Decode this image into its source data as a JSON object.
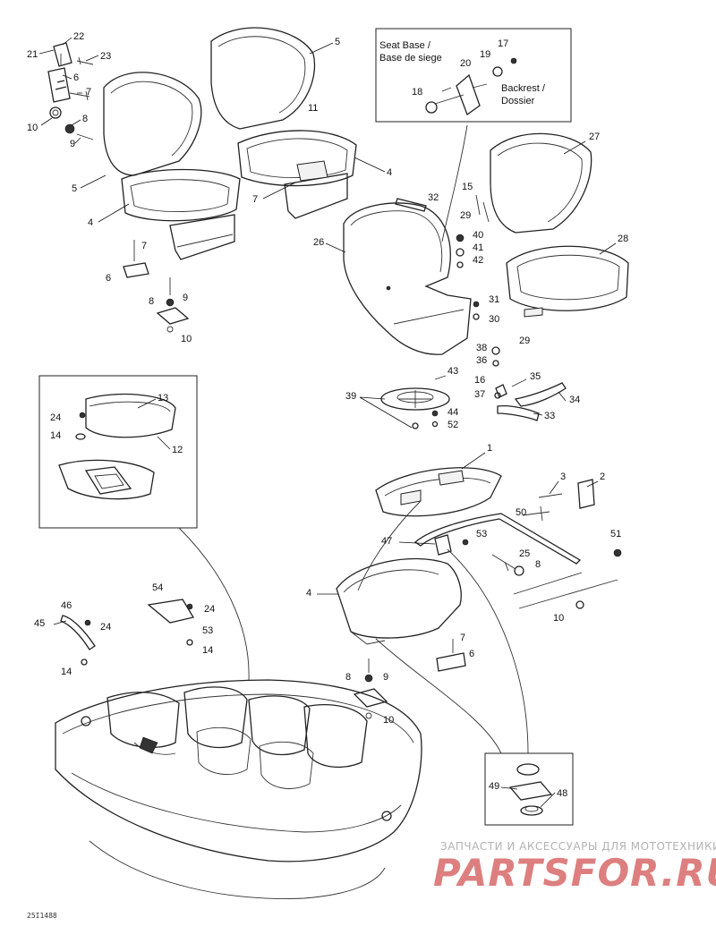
{
  "callouts": {
    "seat_base_box": {
      "line1": "Seat Base /",
      "line2": "Base de siege",
      "backrest1": "Backrest /",
      "backrest2": "Dossier"
    }
  },
  "parts": [
    "1",
    "2",
    "3",
    "4",
    "5",
    "6",
    "7",
    "8",
    "9",
    "10",
    "11",
    "12",
    "13",
    "14",
    "15",
    "16",
    "17",
    "18",
    "19",
    "20",
    "21",
    "22",
    "23",
    "24",
    "25",
    "26",
    "27",
    "28",
    "29",
    "30",
    "31",
    "32",
    "33",
    "34",
    "35",
    "36",
    "37",
    "38",
    "39",
    "40",
    "41",
    "42",
    "43",
    "44",
    "45",
    "46",
    "47",
    "48",
    "49",
    "50",
    "51",
    "52",
    "53",
    "54"
  ],
  "watermark": {
    "tagline": "ЗАПЧАСТИ И АКСЕССУАРЫ ДЛЯ МОТОТЕХНИКИ",
    "brand": "PARTSFOR.RU"
  },
  "figure_code": "25I1488"
}
